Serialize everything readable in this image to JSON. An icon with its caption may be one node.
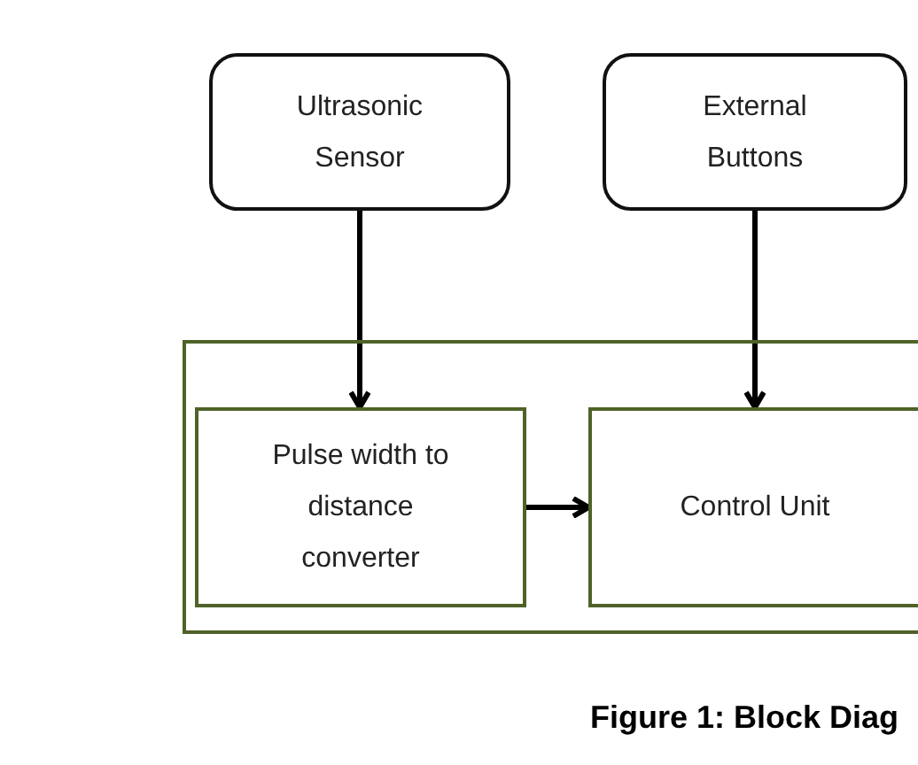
{
  "diagram": {
    "caption": "Figure 1: Block Diag",
    "nodes": [
      {
        "text": [
          "Ultrasonic Sensor"
        ]
      },
      {
        "text": [
          "External Buttons"
        ]
      },
      {
        "text": [],
        "shape": "box"
      },
      {
        "text": [
          "Pulse width to distance converter"
        ],
        "in": 2
      },
      {
        "text": [
          "Control Unit"
        ],
        "in": 2
      }
    ],
    "edges": [
      {
        "from": 0,
        "to": 3,
        "arrow": "to"
      },
      {
        "from": 1,
        "to": 4,
        "arrow": "to"
      },
      {
        "from": 3,
        "to": 4,
        "arrow": "to"
      }
    ]
  }
}
